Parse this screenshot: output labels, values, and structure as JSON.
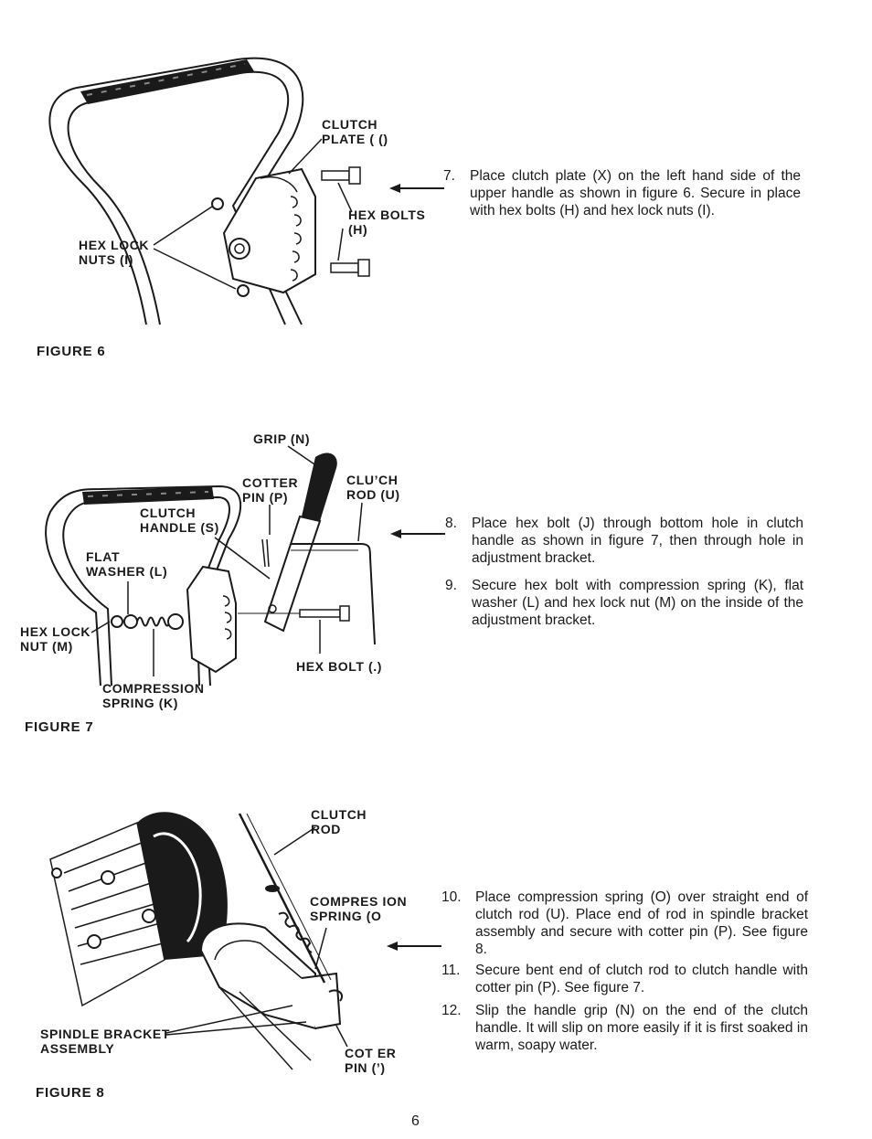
{
  "page_number": "6",
  "figure6": {
    "caption": "FIGURE 6",
    "labels": {
      "clutch_plate": "CLUTCH\nPLATE ( ()",
      "hex_bolts": "HEX BOLTS\n(H)",
      "hex_lock_nuts": "HEX LOCK\nNUTS (I)"
    }
  },
  "figure7": {
    "caption": "FIGURE 7",
    "labels": {
      "grip": "GRIP (N)",
      "cotter_pin": "COTTER\nPIN (P)",
      "clutch_rod": "CLU’CH\nROD (U)",
      "clutch_handle": "CLUTCH\nHANDLE (S)",
      "flat_washer": "FLAT\nWASHER (L)",
      "hex_lock_nut": "HEX LOCK\nNUT (M)",
      "compression_spring": "COMPRESSION\nSPRING (K)",
      "hex_bolt": "HEX BOLT (.)"
    }
  },
  "figure8": {
    "caption": "FIGURE 8",
    "labels": {
      "clutch_rod": "CLUTCH\nROD",
      "compression_spring": "COMPRES ION\nSPRING (O",
      "spindle_bracket": "SPINDLE BRACKET\nASSEMBLY",
      "cotter_pin": "COT ER\nPIN (’)"
    }
  },
  "steps": [
    {
      "num": "7.",
      "text": "Place clutch plate (X) on the left hand side of the upper handle as shown in figure 6. Secure in place with hex bolts (H) and hex lock nuts (I)."
    },
    {
      "num": "8.",
      "text": "Place hex bolt (J) through bottom hole in clutch handle as shown in figure 7, then through hole in adjustment bracket."
    },
    {
      "num": "9.",
      "text": "Secure hex bolt with compression spring (K), flat washer (L) and hex lock nut (M) on the inside of the adjustment bracket."
    },
    {
      "num": "10.",
      "text": "Place compression spring (O) over straight end of clutch rod (U). Place end of rod in spindle bracket assembly and secure with cotter pin (P). See figure 8."
    },
    {
      "num": "11.",
      "text": "Secure bent end of clutch rod to clutch handle with cotter pin (P). See figure 7."
    },
    {
      "num": "12.",
      "text": "Slip the handle grip (N) on the end of the clutch handle. It will slip on more easily if it is first soaked in warm, soapy water."
    }
  ]
}
